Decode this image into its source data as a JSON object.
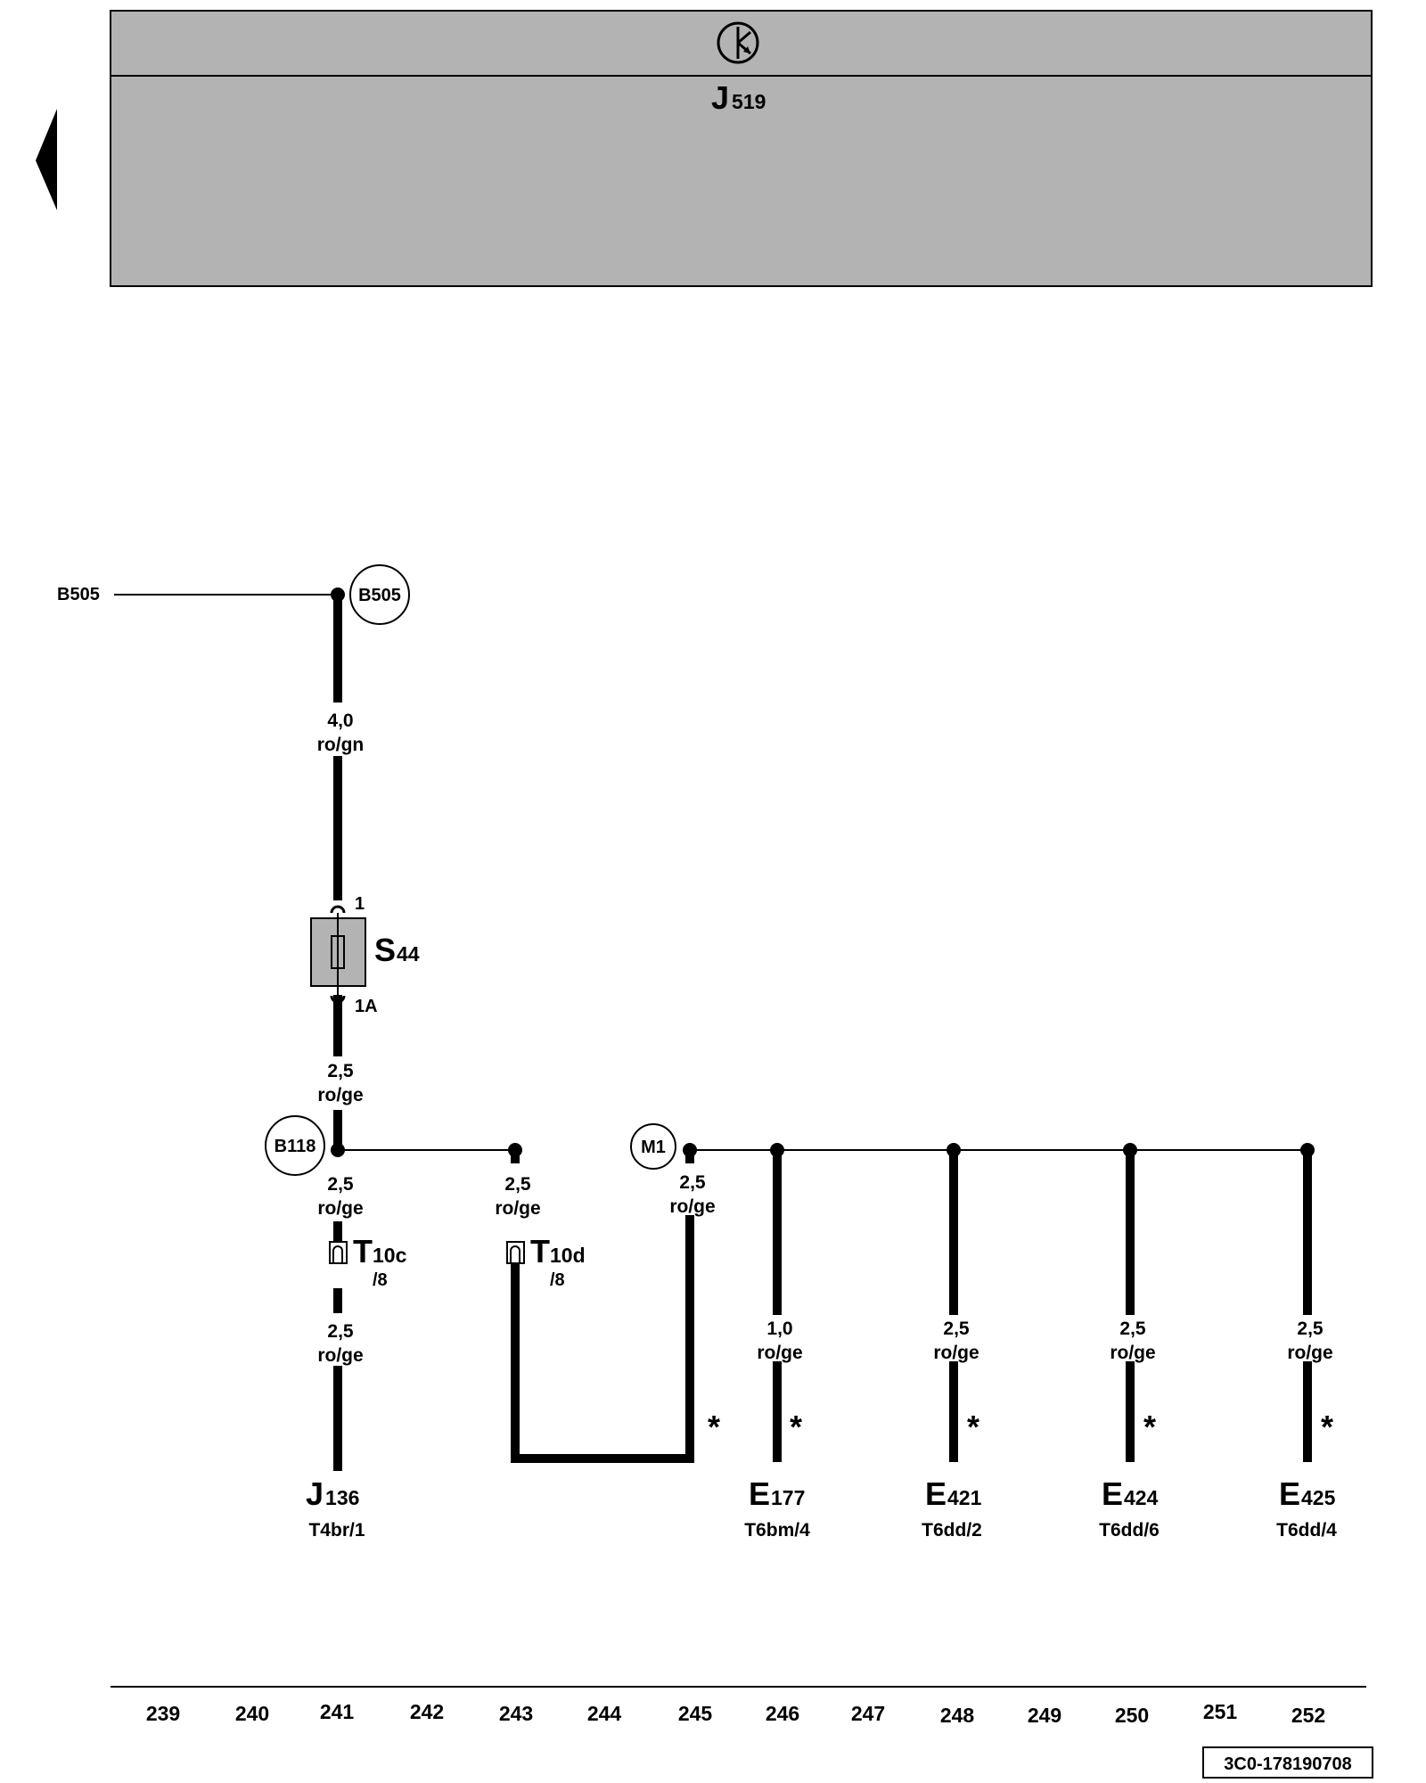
{
  "nav": {
    "back_arrow_icon": "left-triangle-icon"
  },
  "header": {
    "symbol_icon": "control-unit-symbol-icon",
    "component": "J",
    "component_num": "519"
  },
  "wires": {
    "w_b505_s44": {
      "size": "4,0",
      "color": "ro/gn"
    },
    "w_s44_b118": {
      "size": "2,5",
      "color": "ro/ge"
    },
    "w_b118_t10c": {
      "size": "2,5",
      "color": "ro/ge"
    },
    "w_t10c_j136": {
      "size": "2,5",
      "color": "ro/ge"
    },
    "w_t10d": {
      "size": "2,5",
      "color": "ro/ge"
    },
    "w_m1": {
      "size": "2,5",
      "color": "ro/ge"
    },
    "w_e177": {
      "size": "1,0",
      "color": "ro/ge"
    },
    "w_e421": {
      "size": "2,5",
      "color": "ro/ge"
    },
    "w_e424": {
      "size": "2,5",
      "color": "ro/ge"
    },
    "w_e425": {
      "size": "2,5",
      "color": "ro/ge"
    }
  },
  "connections": {
    "b505_left": "B505",
    "b505_circle": "B505",
    "b118": "B118",
    "m1": "M1"
  },
  "fuse": {
    "letter": "S",
    "num": "44",
    "pin_in": "1",
    "pin_out": "1A"
  },
  "connectors": {
    "t10c": {
      "letter": "T",
      "num": "10c",
      "pin": "/8"
    },
    "t10d": {
      "letter": "T",
      "num": "10d",
      "pin": "/8"
    }
  },
  "note_marker": "*",
  "components": {
    "j136": {
      "letter": "J",
      "num": "136",
      "pin": "T4br/1"
    },
    "e177": {
      "letter": "E",
      "num": "177",
      "pin": "T6bm/4"
    },
    "e421": {
      "letter": "E",
      "num": "421",
      "pin": "T6dd/2"
    },
    "e424": {
      "letter": "E",
      "num": "424",
      "pin": "T6dd/6"
    },
    "e425": {
      "letter": "E",
      "num": "425",
      "pin": "T6dd/4"
    }
  },
  "columns": [
    "239",
    "240",
    "241",
    "242",
    "243",
    "244",
    "245",
    "246",
    "247",
    "248",
    "249",
    "250",
    "251",
    "252"
  ],
  "doc_id": "3C0-178190708"
}
